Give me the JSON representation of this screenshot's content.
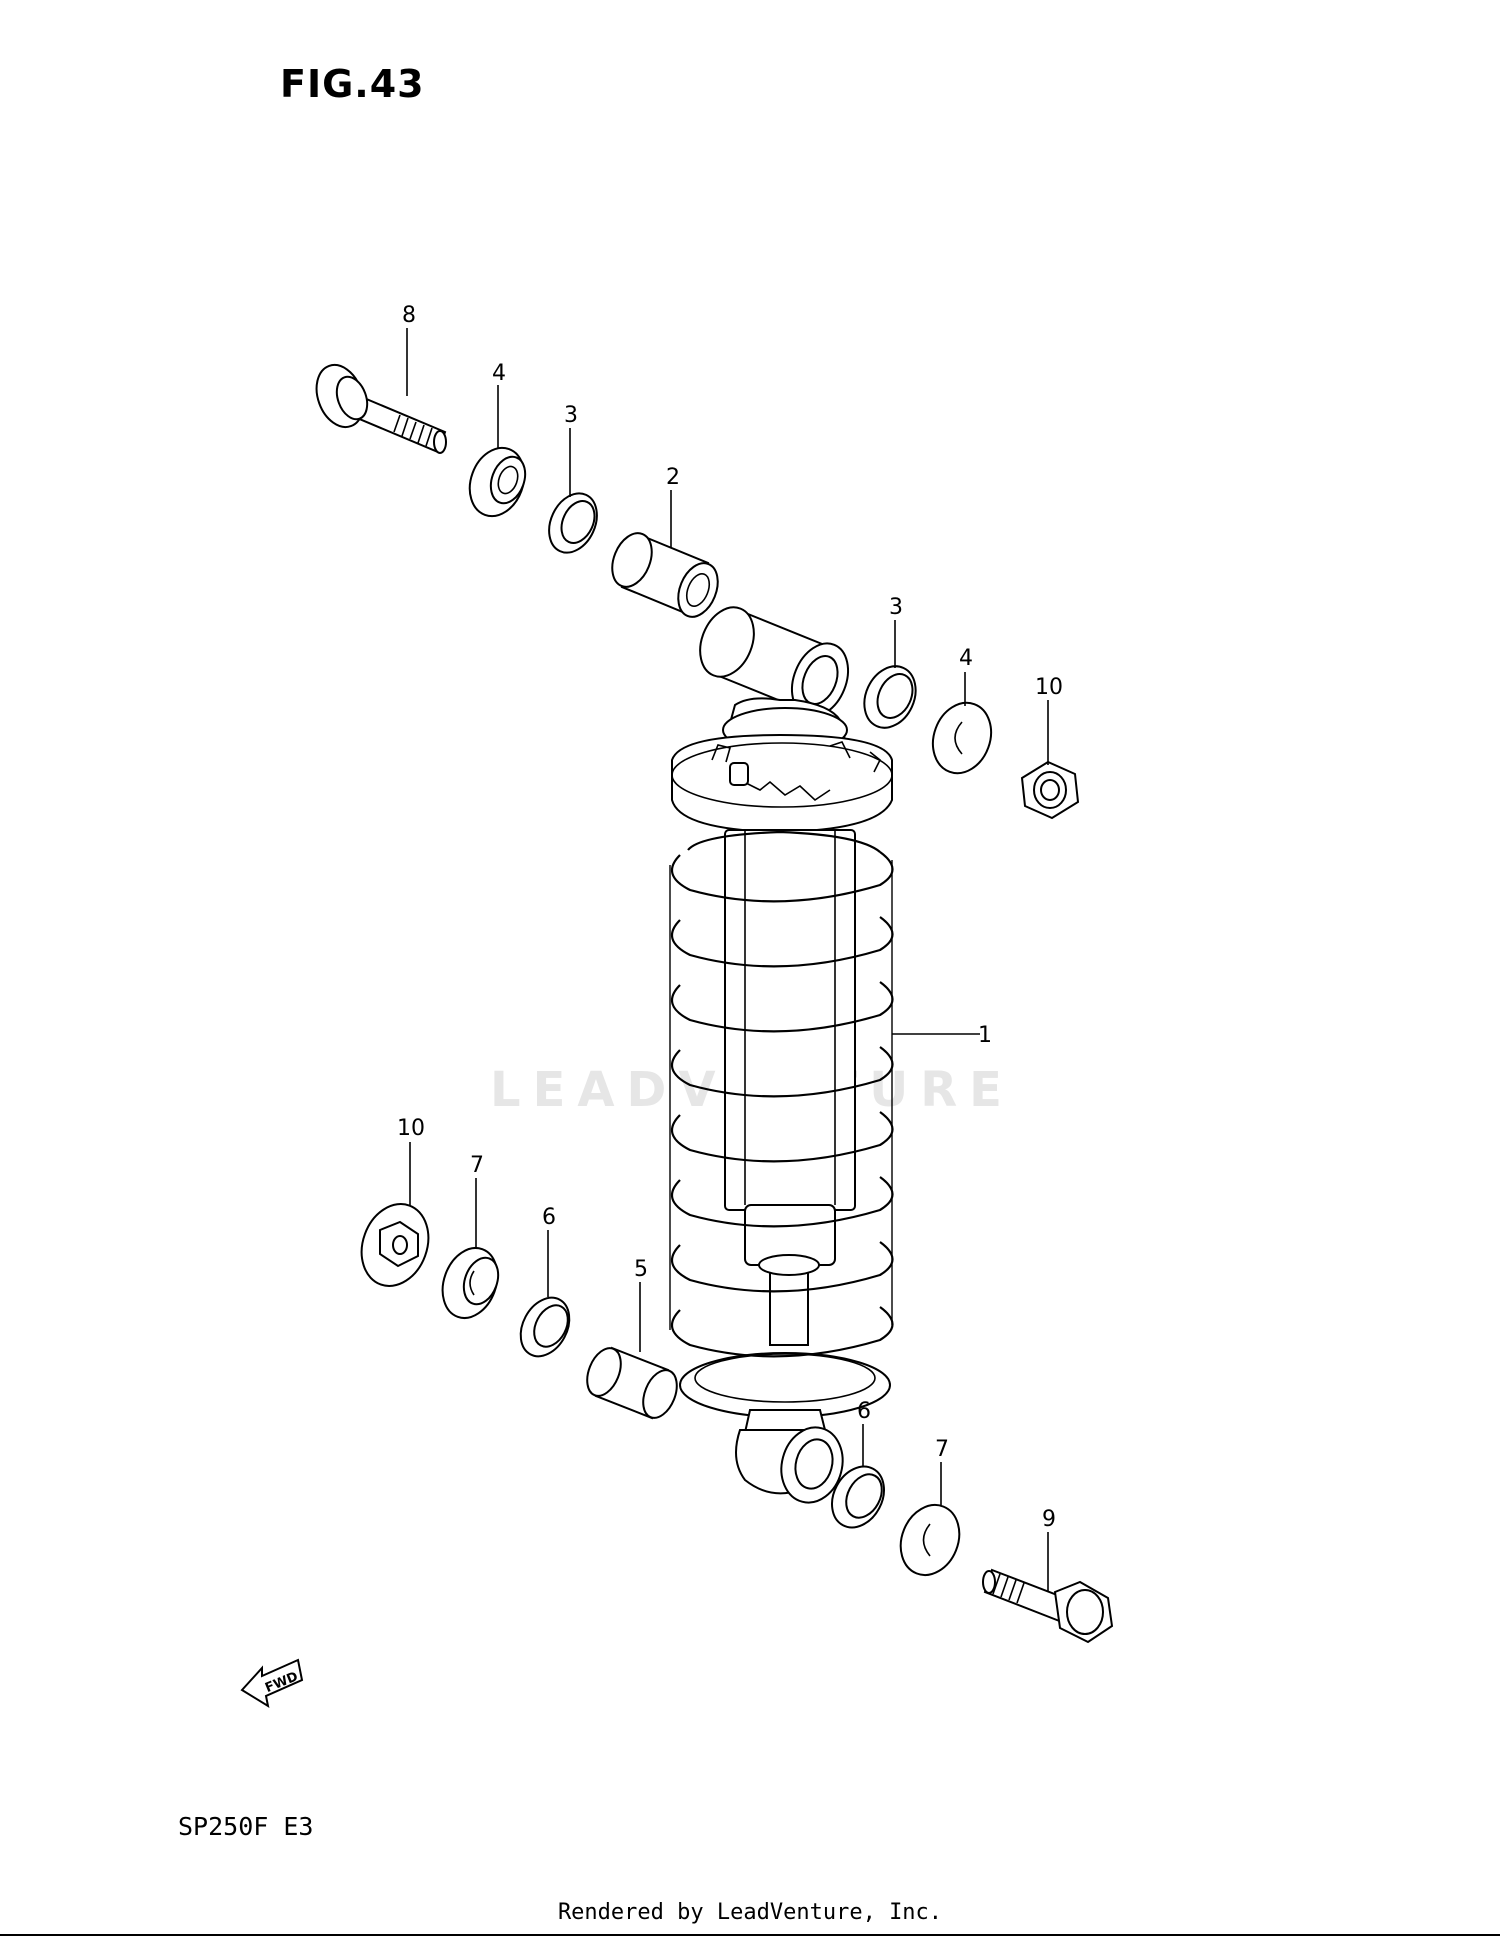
{
  "figure_title": "FIG.43",
  "model_code": "SP250F E3",
  "footer_text": "Rendered by LeadVenture, Inc.",
  "watermark_text": "LEADVENTURE",
  "fwd_arrow_text": "FWD",
  "callouts": {
    "c1": "1",
    "c2": "2",
    "c3a": "3",
    "c3b": "3",
    "c4a": "4",
    "c4b": "4",
    "c5": "5",
    "c6a": "6",
    "c6b": "6",
    "c7a": "7",
    "c7b": "7",
    "c8": "8",
    "c9": "9",
    "c10a": "10",
    "c10b": "10"
  }
}
